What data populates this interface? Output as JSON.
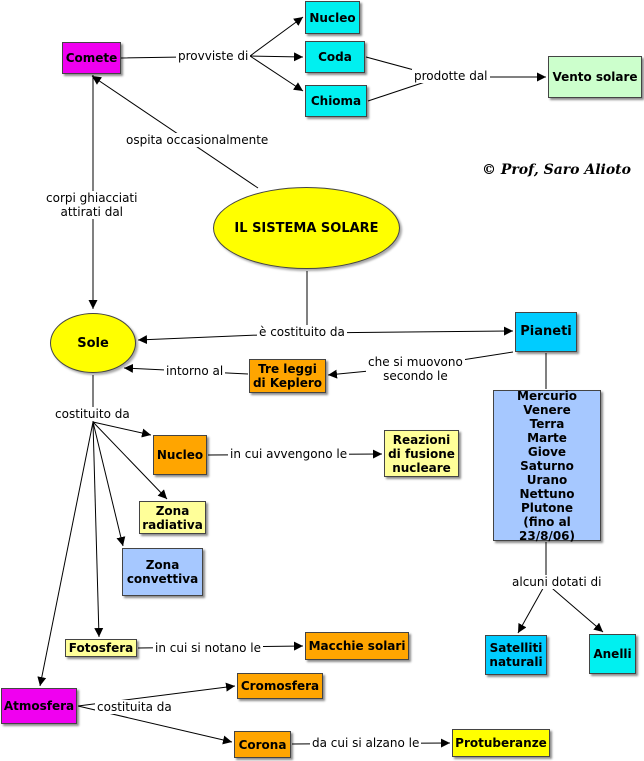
{
  "title": "IL SISTEMA SOLARE",
  "credit": "© Prof, Saro Alioto",
  "colors": {
    "magenta": "#f000f0",
    "cyan": "#00f0f0",
    "lightgreen": "#ccffcc",
    "yellow": "#ffff00",
    "orange": "#ffa500",
    "lightyellow": "#ffff99",
    "lightblue": "#a6c8ff",
    "skyblue": "#00ccff"
  },
  "nodes": {
    "comete": "Comete",
    "nucleo_cometa": "Nucleo",
    "coda": "Coda",
    "chioma": "Chioma",
    "vento_solare": "Vento solare",
    "sistema_solare": "IL SISTEMA SOLARE",
    "sole": "Sole",
    "pianeti": "Pianeti",
    "tre_leggi": "Tre leggi\ndi Keplero",
    "nucleo_sole": "Nucleo",
    "reazioni": "Reazioni\ndi fusione\nnucleare",
    "zona_radiativa": "Zona\nradiativa",
    "zona_convettiva": "Zona\nconvettiva",
    "fotosfera": "Fotosfera",
    "macchie": "Macchie solari",
    "atmosfera": "Atmosfera",
    "cromosfera": "Cromosfera",
    "corona": "Corona",
    "protuberanze": "Protuberanze",
    "satelliti": "Satelliti\nnaturali",
    "anelli": "Anelli",
    "elenco_pianeti": [
      "Mercurio",
      "Venere",
      "Terra",
      "Marte",
      "Giove",
      "Saturno",
      "Urano",
      "Nettuno",
      "Plutone",
      "(fino al 23/8/06)"
    ]
  },
  "links": {
    "provviste": "provviste di",
    "prodotte": "prodotte dal",
    "ospita": "ospita occasionalmente",
    "corpi": "corpi ghiacciati\nattirati dal",
    "costituito": "è costituito da",
    "intorno": "intorno al",
    "muovono": "che si muovono\nsecondo le",
    "costituito_da": "costituito da",
    "avvengono": "in cui avvengono le",
    "notano": "in cui si notano le",
    "costituita": "costituita da",
    "alzano": "da cui si alzano le",
    "dotati": "alcuni dotati di"
  }
}
